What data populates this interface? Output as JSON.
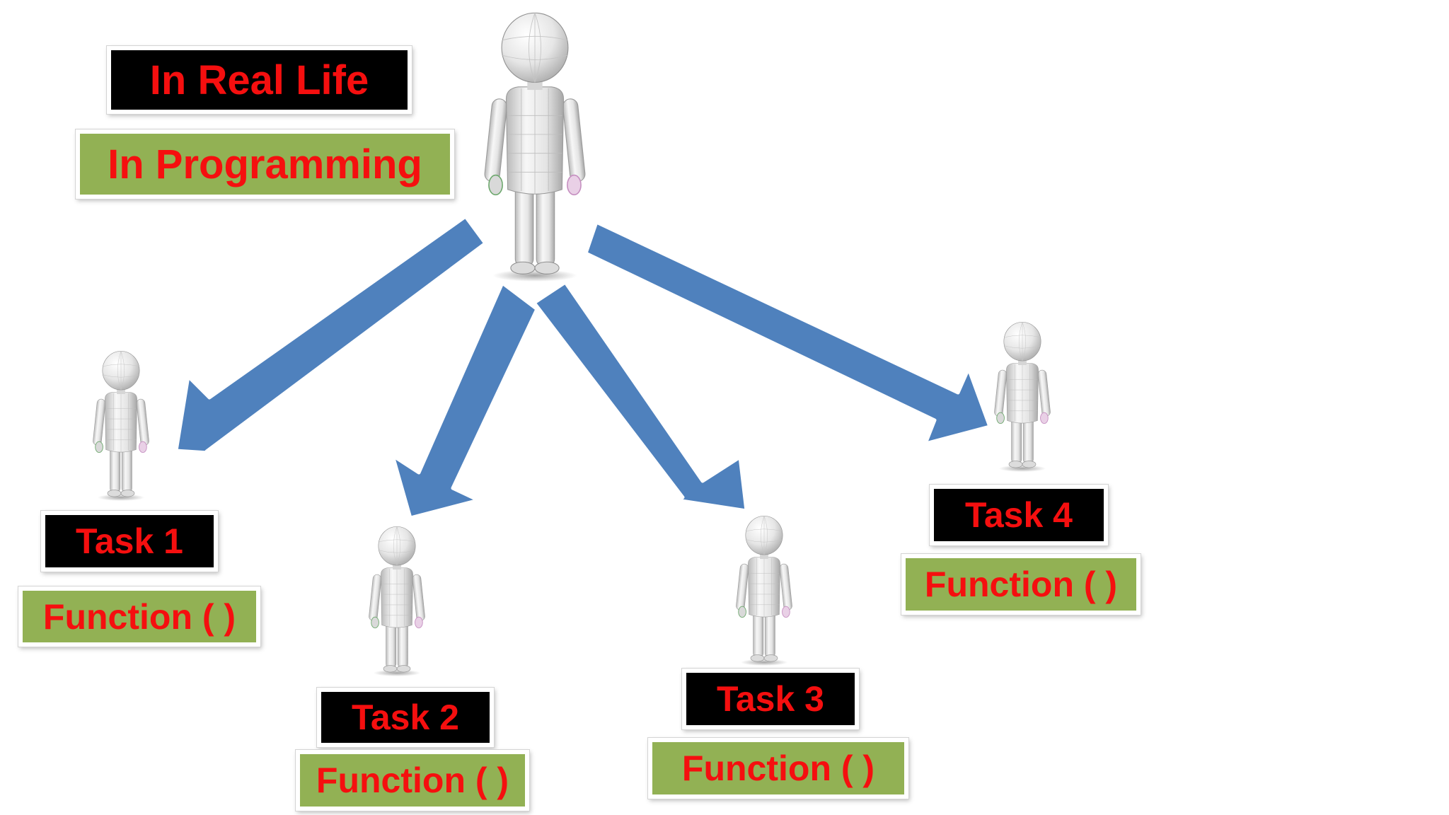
{
  "colors": {
    "label_text": "#f50f0f",
    "black_box": "#000000",
    "green_box": "#92b154",
    "arrow_fill": "#4f81bd",
    "arrow_stroke": "#ffffff"
  },
  "legend": {
    "real_life": "In Real Life",
    "programming": "In Programming"
  },
  "tasks": [
    {
      "task": "Task 1",
      "function": "Function ( )"
    },
    {
      "task": "Task 2",
      "function": "Function ( )"
    },
    {
      "task": "Task 3",
      "function": "Function ( )"
    },
    {
      "task": "Task 4",
      "function": "Function ( )"
    }
  ],
  "figures": {
    "main": "person-figure-main",
    "workers": [
      "person-figure-task-1",
      "person-figure-task-2",
      "person-figure-task-3",
      "person-figure-task-4"
    ]
  }
}
